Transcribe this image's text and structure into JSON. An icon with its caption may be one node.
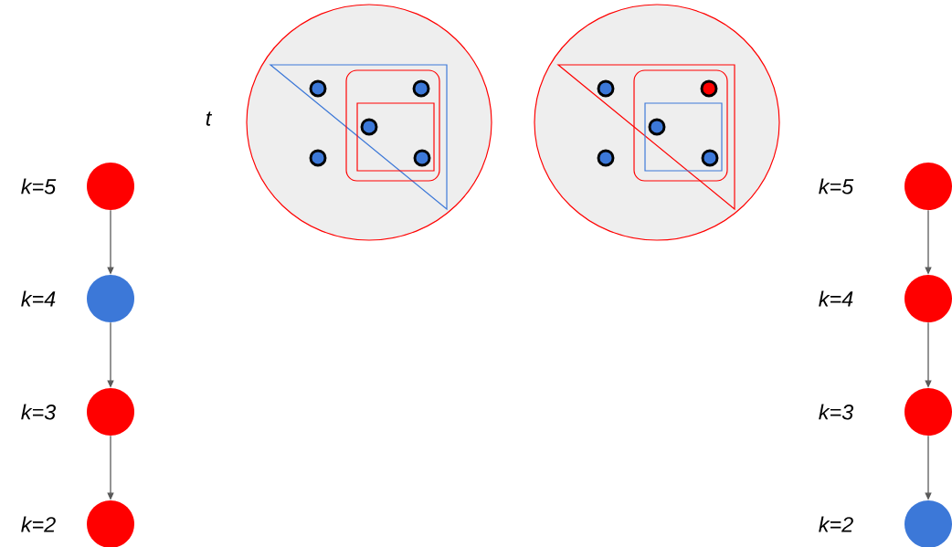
{
  "diagram": {
    "nodes": [
      {
        "text": [],
        "shape": "circle",
        "beside": [
          "k=5"
        ]
      },
      {
        "text": [],
        "shape": "circle",
        "beside": [
          "k=4"
        ]
      },
      {
        "text": [],
        "shape": "circle",
        "beside": [
          "k=3"
        ]
      },
      {
        "text": [],
        "shape": "circle",
        "beside": [
          "k=2"
        ]
      },
      {
        "text": [],
        "shape": "circle",
        "beside": [
          "k=5"
        ]
      },
      {
        "text": [],
        "shape": "circle",
        "beside": [
          "k=4"
        ]
      },
      {
        "text": [],
        "shape": "circle",
        "beside": [
          "k=3"
        ]
      },
      {
        "text": [],
        "shape": "circle",
        "beside": [
          "k=2"
        ]
      }
    ],
    "edges": [
      {
        "from": 0,
        "to": 1,
        "arrow": "to"
      },
      {
        "from": 1,
        "to": 2,
        "arrow": "to"
      },
      {
        "from": 2,
        "to": 3,
        "arrow": "to"
      },
      {
        "from": 4,
        "to": 5,
        "arrow": "to"
      },
      {
        "from": 5,
        "to": 6,
        "arrow": "to"
      },
      {
        "from": 6,
        "to": 7,
        "arrow": "to"
      }
    ],
    "labels": [
      "t"
    ]
  }
}
